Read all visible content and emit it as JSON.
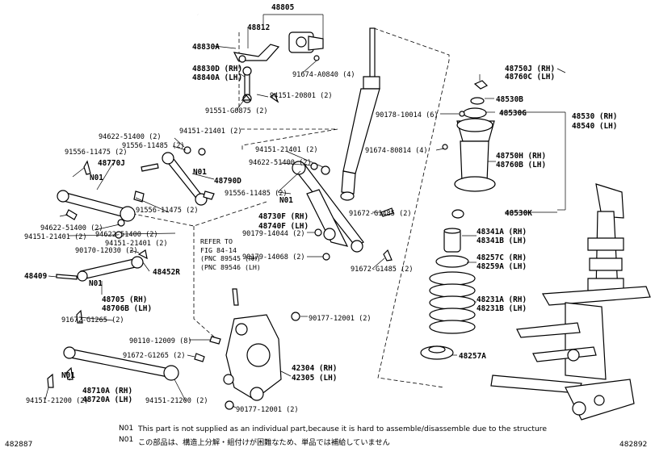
{
  "labels": {
    "p48805": "48805",
    "p48812": "48812",
    "p48830A": "48830A",
    "p48830D": "48830D (RH)",
    "p48840A": "48840A (LH)",
    "p91674_A0840": "91674-A0840 (4)",
    "p94151_20801": "94151-20801 (2)",
    "p91551_G0875": "91551-G0875 (2)",
    "p48750J": "48750J (RH)",
    "p48760C": "48760C (LH)",
    "p48530B": "48530B",
    "p48530G": "48530G",
    "p90178": "90178-10014 (6)",
    "p48530": "48530 (RH)",
    "p48540": "48540 (LH)",
    "p94622_51400_a": "94622-51400 (2)",
    "p94151_21401_a": "94151-21401 (2)",
    "p91556_11485_a": "91556-11485 (2)",
    "p91556_11475_a": "91556-11475 (2)",
    "p48770J": "48770J",
    "pN01_a": "N01",
    "pN01_b": "N01",
    "p48790D": "48790D",
    "p94151_21401_b": "94151-21401 (2)",
    "p94622_51400_b": "94622-51400 (2)",
    "p91674_80814": "91674-80814 (4)",
    "p48750H": "48750H (RH)",
    "p48760B": "48760B (LH)",
    "p91556_11485_b": "91556-11485 (2)",
    "pN01_c": "N01",
    "p48730F": "48730F (RH)",
    "p48740F": "48740F (LH)",
    "p91672_G1485_a": "91672-G1485 (2)",
    "p91556_11475_b": "91556-11475 (2)",
    "p94622_51400_c": "94622-51400 (2)",
    "p94151_21401_c": "94151-21401 (2)",
    "p94622_51400_d": "94622-51400 (2)",
    "p94151_21401_d": "94151-21401 (2)",
    "p90179_14044": "90179-14044 (2)",
    "p48530K": "48530K",
    "p48341A": "48341A (RH)",
    "p48341B": "48341B (LH)",
    "p90170_12030": "90170-12030 (2)",
    "p90179_14068": "90179-14068 (2)",
    "p91672_G1485_b": "91672-G1485 (2)",
    "p48257C": "48257C (RH)",
    "p48259A": "48259A (LH)",
    "p48409": "48409",
    "p48452R": "48452R",
    "pN01_d": "N01",
    "p48705": "48705 (RH)",
    "p48706B": "48706B (LH)",
    "p48231A": "48231A (RH)",
    "p48231B": "48231B (LH)",
    "p91672_G1265_a": "91672-G1265 (2)",
    "p90177_12001_a": "90177-12001 (2)",
    "p90110_12009": "90110-12009 (8)",
    "p91672_G1265_b": "91672-G1265 (2)",
    "p48257A": "48257A",
    "p42304": "42304 (RH)",
    "p42305": "42305 (LH)",
    "pN01_e": "N01",
    "p48710A": "48710A (RH)",
    "p48720A": "48720A (LH)",
    "p94151_21200_a": "94151-21200 (2)",
    "p94151_21200_b": "94151-21200 (2)",
    "p90177_12001_b": "90177-12001 (2)"
  },
  "refer": {
    "line1": "REFER TO",
    "line2": "FIG 84-14",
    "line3": "(PNC 89545 (RH)",
    "line4": "(PNC 89546 (LH)"
  },
  "notes": {
    "n1_code": "N01",
    "n1_text": "This part is not supplied as an individual part,because it is hard to assemble/disassemble due to the structure",
    "n2_code": "N01",
    "n2_text": "この部品は、構造上分解・組付けが困難なため、単品では補給していません"
  },
  "footer": {
    "left_id": "482887",
    "right_id": "482892"
  }
}
